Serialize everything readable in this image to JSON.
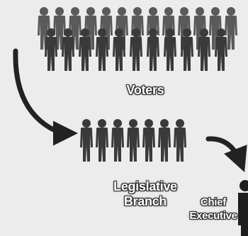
{
  "diagram": {
    "voters_label": "Voters",
    "legislative_label_line1": "Legislative",
    "legislative_label_line2": "Branch",
    "chief_label_line1": "Chief",
    "chief_label_line2": "Executive",
    "colors": {
      "background": "#ececec",
      "figure": "#4a4a4a",
      "figure_dark": "#2e2e2e",
      "arrow": "#222222",
      "label_text": "#ffffff",
      "label_outline": "#2a2a2a"
    },
    "icons": [
      "person-icon",
      "curved-arrow-icon"
    ]
  }
}
